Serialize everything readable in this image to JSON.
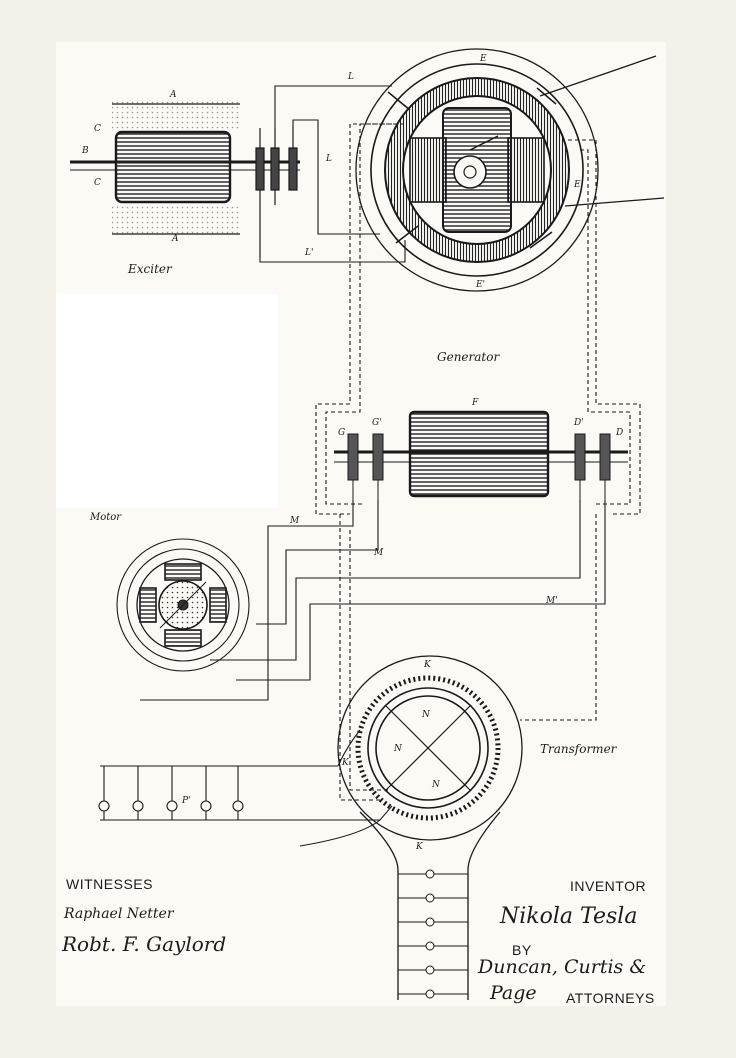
{
  "labels": {
    "exciter": "Exciter",
    "generator": "Generator",
    "motor": "Motor",
    "transformer": "Transformer"
  },
  "letters": {
    "A": "A",
    "B": "B",
    "C": "C",
    "E": "E",
    "E_prime": "E'",
    "F": "F",
    "G": "G",
    "G_prime": "G'",
    "D": "D",
    "D_prime": "D'",
    "K": "K",
    "N": "N",
    "L": "L",
    "L_prime": "L'",
    "M": "M",
    "M_prime": "M'",
    "P_prime": "P'"
  },
  "signatures": {
    "witnesses_heading": "WITNESSES",
    "witness_1": "Raphael Netter",
    "witness_2": "Robt. F. Gaylord",
    "inventor_heading": "INVENTOR",
    "inventor_name": "Nikola Tesla",
    "by": "BY",
    "attorneys_names_1": "Duncan, Curtis &",
    "attorneys_names_2": "Page",
    "attorneys_heading": "ATTORNEYS"
  }
}
